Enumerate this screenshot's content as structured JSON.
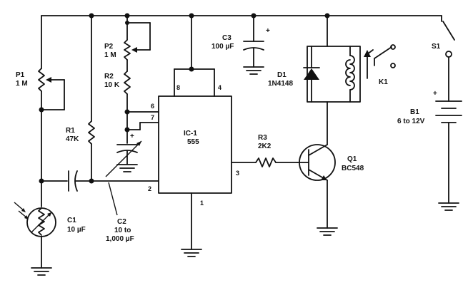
{
  "components": {
    "p1": {
      "name": "P1",
      "value": "1 M"
    },
    "p2": {
      "name": "P2",
      "value": "1 M"
    },
    "r1": {
      "name": "R1",
      "value": "47K"
    },
    "r2": {
      "name": "R2",
      "value": "10 K"
    },
    "r3": {
      "name": "R3",
      "value": "2K2"
    },
    "c1": {
      "name": "C1",
      "value": "10 µF"
    },
    "c2": {
      "name": "C2",
      "value_line1": "10 to",
      "value_line2": "1,000 µF"
    },
    "c3": {
      "name": "C3",
      "value": "100 µF"
    },
    "d1": {
      "name": "D1",
      "value": "1N4148"
    },
    "k1": {
      "name": "K1"
    },
    "q1": {
      "name": "Q1",
      "value": "BC548"
    },
    "s1": {
      "name": "S1"
    },
    "b1": {
      "name": "B1",
      "value": "6 to 12V"
    },
    "ic1": {
      "name": "IC-1",
      "value": "555"
    }
  },
  "ic_pins": {
    "p1": "1",
    "p2": "2",
    "p3": "3",
    "p4": "4",
    "p6": "6",
    "p7": "7",
    "p8": "8"
  },
  "polarity": {
    "c2_plus": "+",
    "c3_plus": "+",
    "b1_plus": "+"
  }
}
